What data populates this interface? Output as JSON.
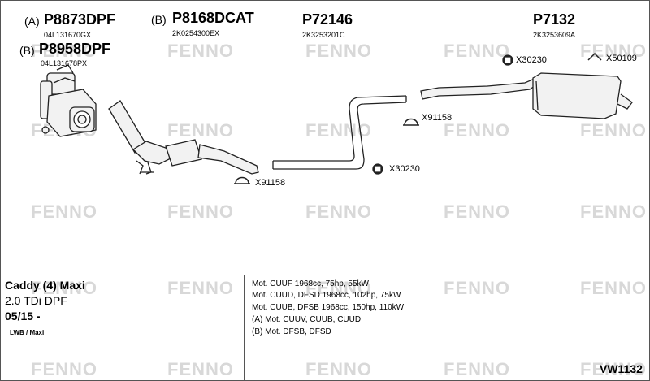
{
  "watermark": "FENNO",
  "parts": [
    {
      "prefix": "(A)",
      "number": "P8873DPF",
      "oem": "04L131670GX"
    },
    {
      "prefix": "(B)",
      "number": "P8958DPF",
      "oem": "04L131678PX"
    },
    {
      "prefix": "(B)",
      "number": "P8168DCAT",
      "oem": "2K0254300EX"
    },
    {
      "prefix": "",
      "number": "P72146",
      "oem": "2K3253201C"
    },
    {
      "prefix": "",
      "number": "P7132",
      "oem": "2K3253609A"
    }
  ],
  "fittings": [
    "X30230",
    "X50109",
    "X91158",
    "X91158",
    "X30230"
  ],
  "vehicle": {
    "model": "Caddy (4) Maxi",
    "engine": "2.0 TDi DPF",
    "date": "05/15 -",
    "variant": "LWB / Maxi"
  },
  "motors": [
    "Mot. CUUF 1968cc, 75hp, 55kW",
    "Mot. CUUD, DFSD 1968cc, 102hp, 75kW",
    "Mot. CUUB, DFSB 1968cc, 150hp, 110kW",
    "(A) Mot. CUUV, CUUB, CUUD",
    "(B) Mot. DFSB, DFSD"
  ],
  "code": "VW1132",
  "colors": {
    "line": "#222222",
    "part_fill": "#f2f2f2",
    "watermark": "#d8d8d8"
  }
}
